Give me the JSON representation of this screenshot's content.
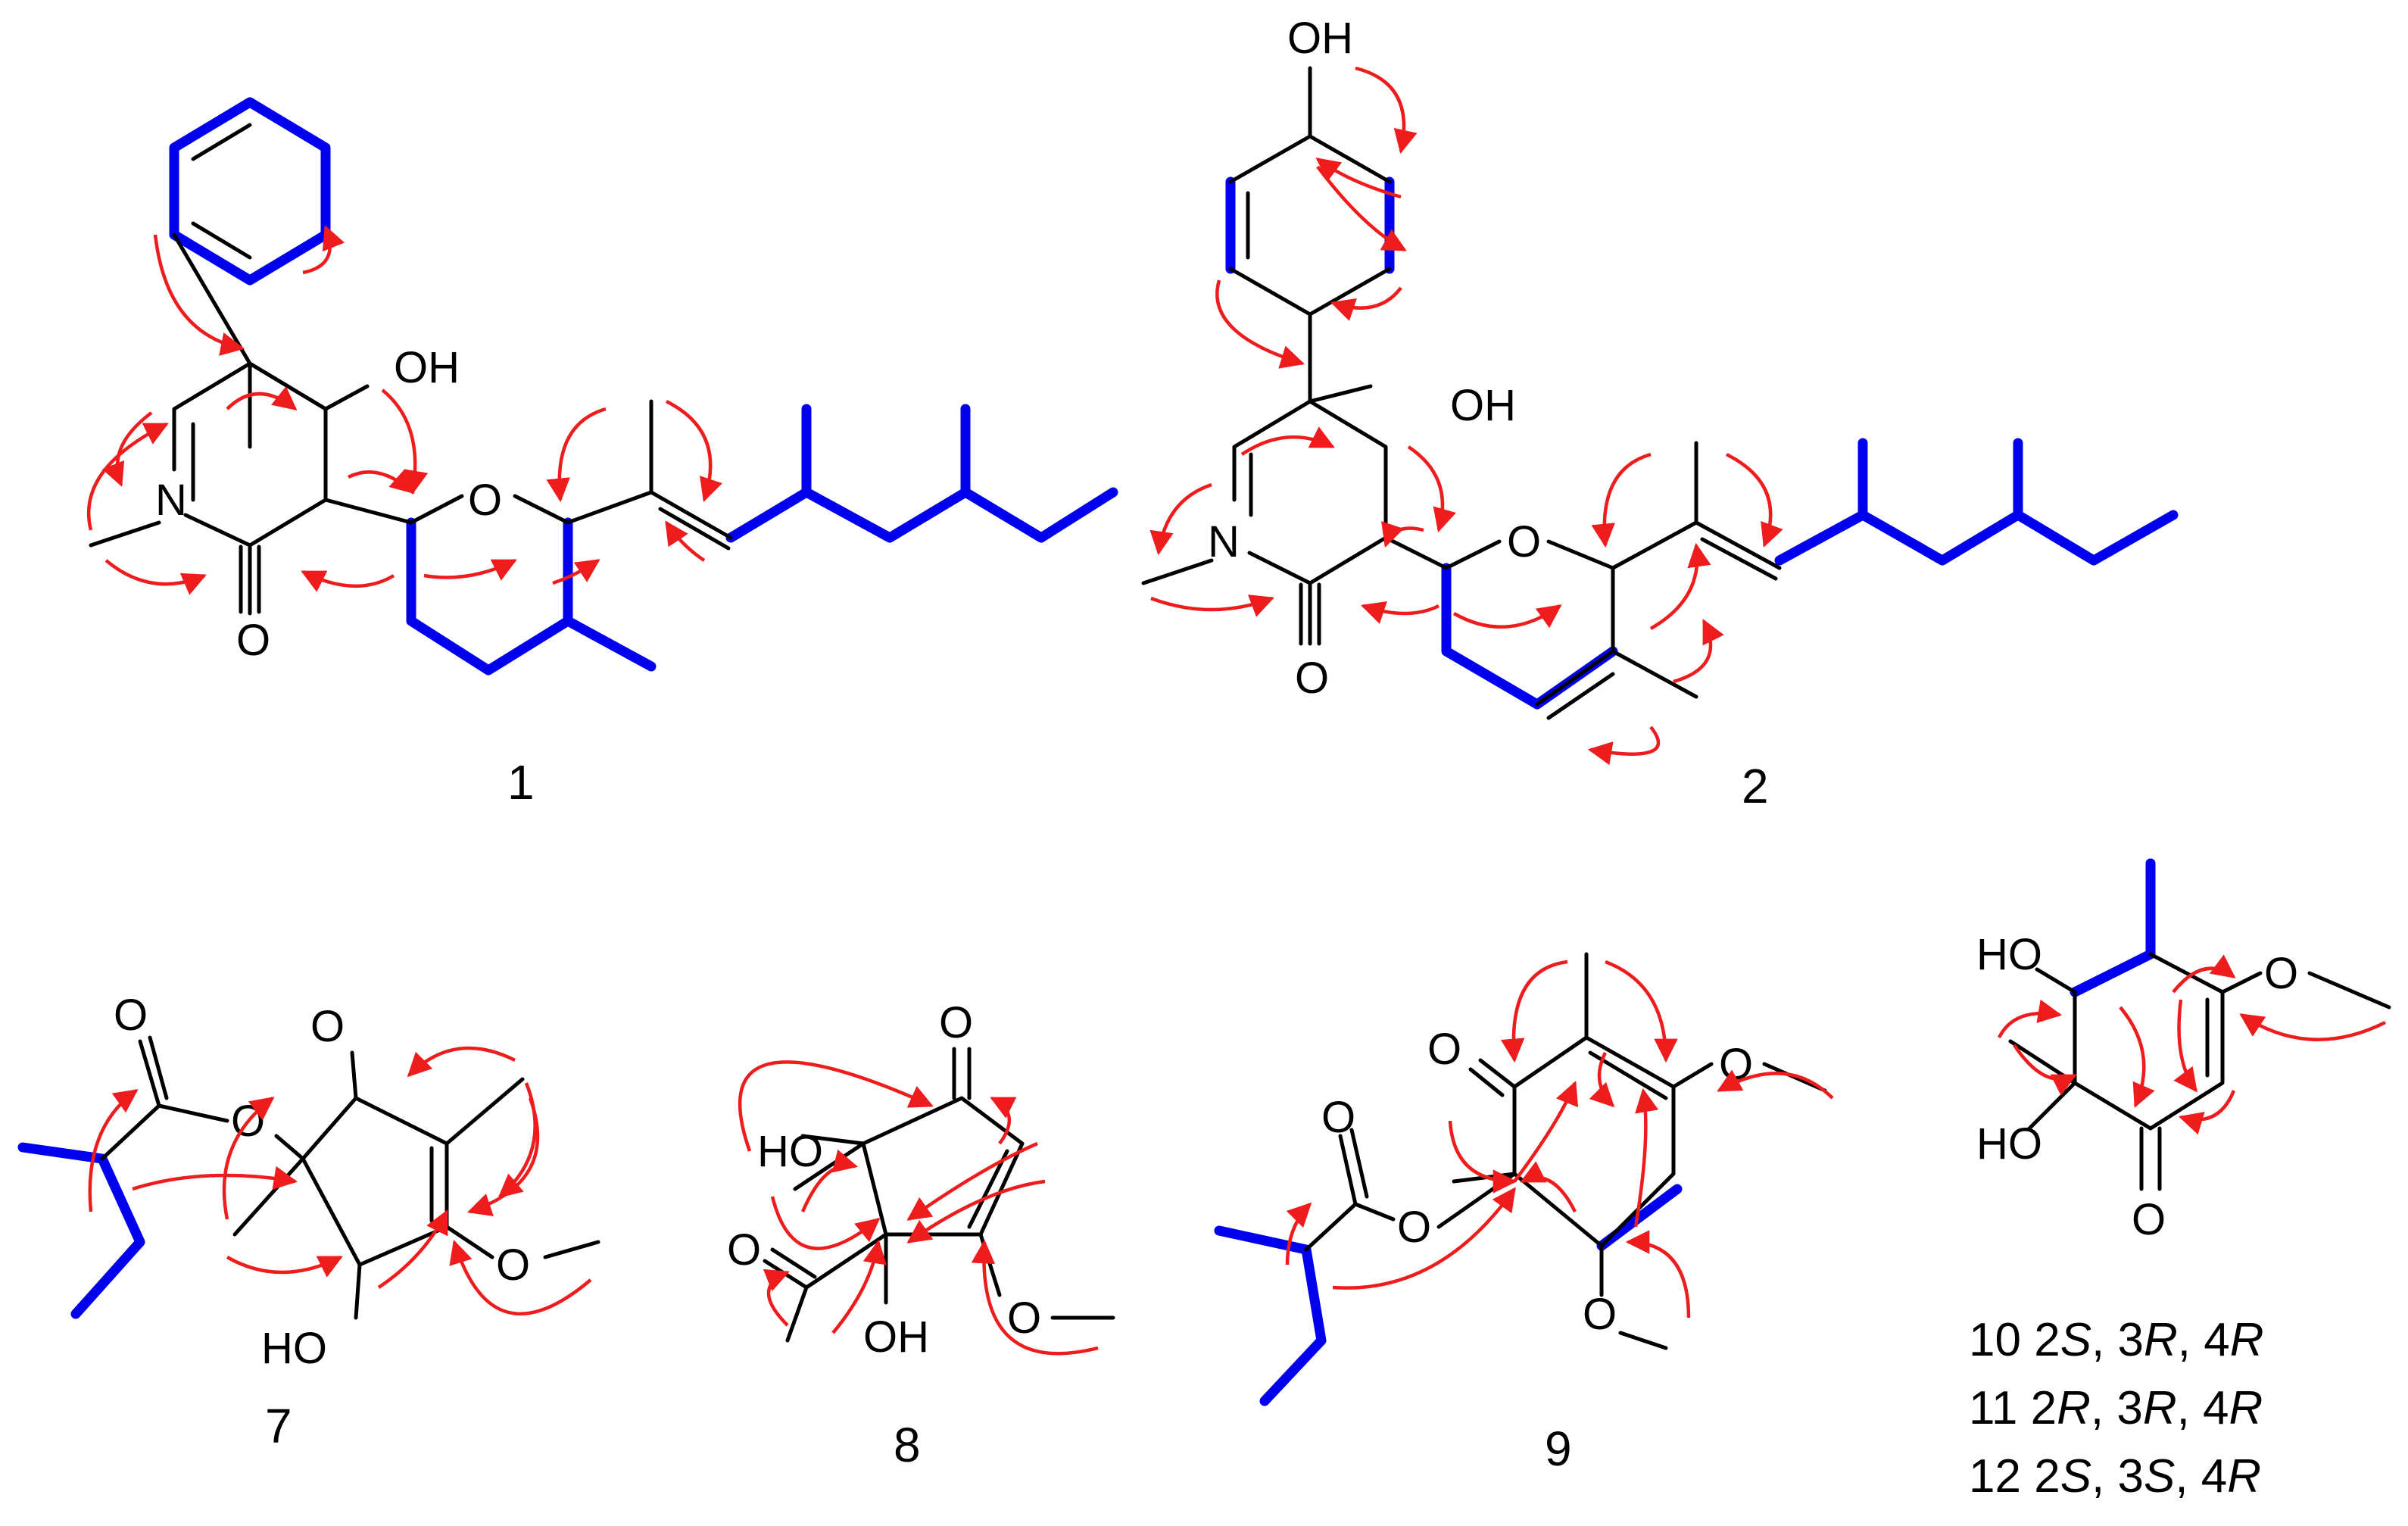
{
  "compounds": [
    {
      "label": "1",
      "atoms": {
        "hydroxyl": "OH",
        "nitrogen": "N",
        "ring_oxygen": "O",
        "carbonyl": "O"
      }
    },
    {
      "label": "2",
      "atoms": {
        "phenol": "OH",
        "hydroxyl": "OH",
        "nitrogen": "N",
        "ring_oxygen": "O",
        "carbonyl": "O"
      }
    },
    {
      "label": "7",
      "atoms": {
        "ester_carbonyl": "O",
        "ester_oxygen": "O",
        "ketone": "O",
        "methoxy": "O",
        "hydroxyl": "HO"
      }
    },
    {
      "label": "8",
      "atoms": {
        "hydroxyl_top": "HO",
        "ketone": "O",
        "acetyl": "O",
        "hydroxyl_bottom": "OH",
        "methoxy": "O"
      }
    },
    {
      "label": "9",
      "atoms": {
        "ketone": "O",
        "methoxy_top": "O",
        "ester_carbonyl": "O",
        "ester_oxygen": "O",
        "methoxy_bottom": "O"
      }
    },
    {
      "label": "",
      "atoms": {
        "hydroxyl_top": "HO",
        "methoxy": "O",
        "hydroxyl_bottom": "HO",
        "ketone": "O"
      }
    }
  ],
  "stereo_table": [
    {
      "num": "10",
      "c2": "2",
      "c2cfg": "S",
      "c3": "3",
      "c3cfg": "R",
      "c4": "4",
      "c4cfg": "R"
    },
    {
      "num": "11",
      "c2": "2",
      "c2cfg": "R",
      "c3": "3",
      "c3cfg": "R",
      "c4": "4",
      "c4cfg": "R"
    },
    {
      "num": "12",
      "c2": "2",
      "c2cfg": "S",
      "c3": "3",
      "c3cfg": "S",
      "c4": "4",
      "c4cfg": "R"
    }
  ],
  "colors": {
    "cosy_bonds": "#0000ee",
    "hmbc_arrows": "#ee1c1c",
    "skeleton": "#000000"
  }
}
